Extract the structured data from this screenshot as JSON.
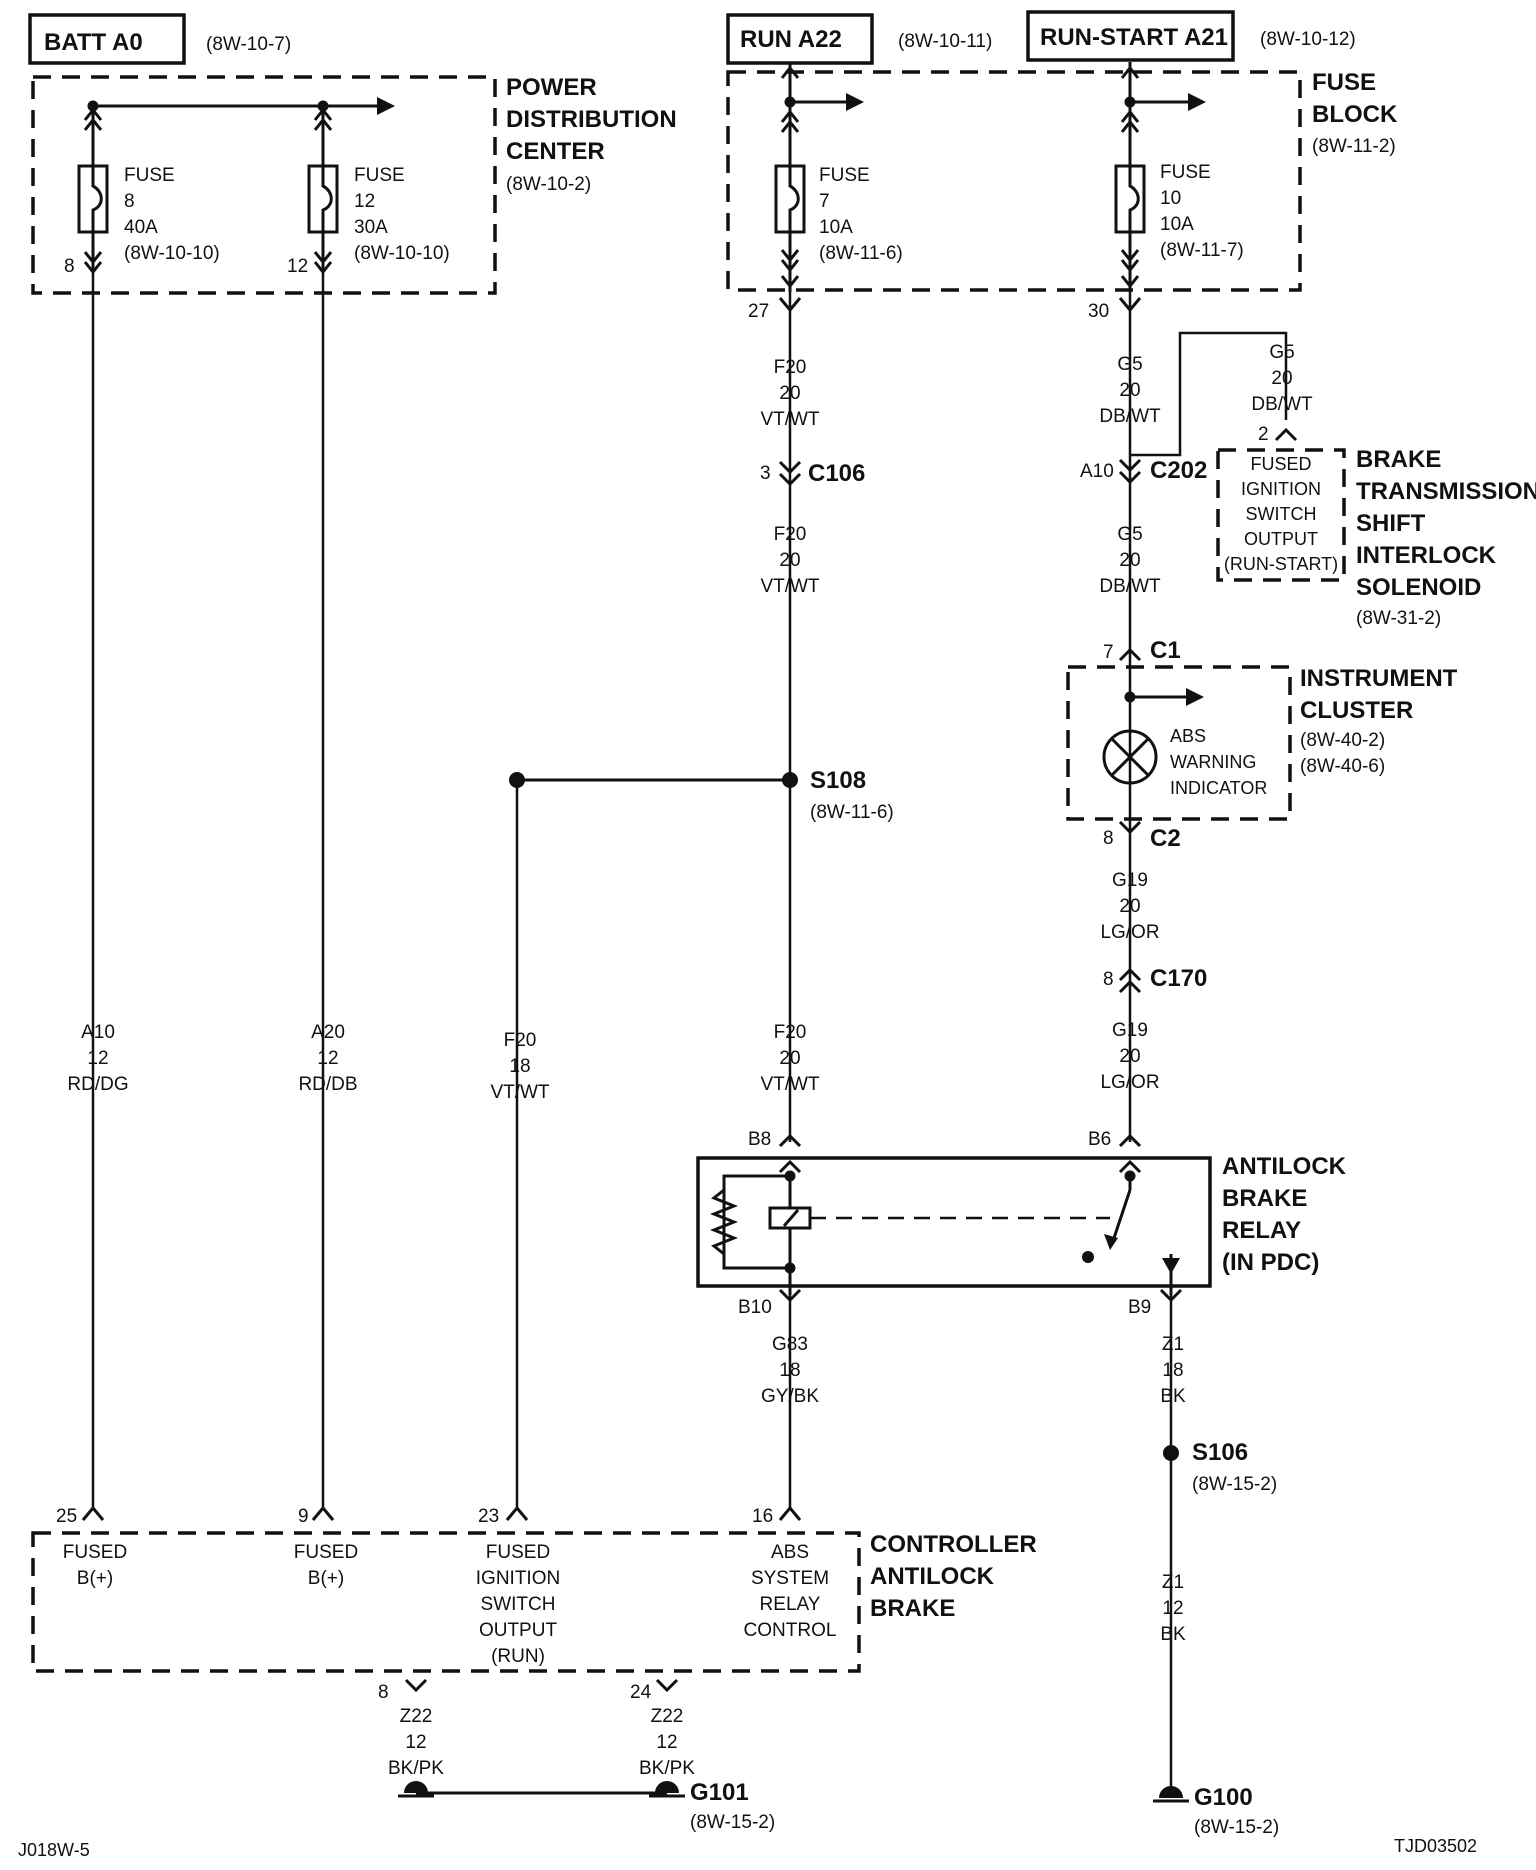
{
  "sources": {
    "batt": {
      "label": "BATT A0",
      "ref": "(8W-10-7)"
    },
    "run": {
      "label": "RUN A22",
      "ref": "(8W-10-11)"
    },
    "run_start": {
      "label": "RUN-START A21",
      "ref": "(8W-10-12)"
    }
  },
  "pdc": {
    "title": [
      "POWER",
      "DISTRIBUTION",
      "CENTER"
    ],
    "ref": "(8W-10-2)",
    "fuses": [
      {
        "lines": [
          "FUSE",
          "8",
          "40A",
          "(8W-10-10)"
        ],
        "pin": "8"
      },
      {
        "lines": [
          "FUSE",
          "12",
          "30A",
          "(8W-10-10)"
        ],
        "pin": "12"
      }
    ]
  },
  "fuse_block": {
    "title": [
      "FUSE",
      "BLOCK"
    ],
    "ref": "(8W-11-2)",
    "fuses": [
      {
        "lines": [
          "FUSE",
          "7",
          "10A",
          "(8W-11-6)"
        ],
        "pin": "27"
      },
      {
        "lines": [
          "FUSE",
          "10",
          "10A",
          "(8W-11-7)"
        ],
        "pin": "30"
      }
    ]
  },
  "wires": {
    "f20_top": [
      "F20",
      "20",
      "VT/WT"
    ],
    "f20_mid": [
      "F20",
      "20",
      "VT/WT"
    ],
    "f20_low": [
      "F20",
      "20",
      "VT/WT"
    ],
    "f20_left": [
      "F20",
      "18",
      "VT/WT"
    ],
    "a10": [
      "A10",
      "12",
      "RD/DG"
    ],
    "a20": [
      "A20",
      "12",
      "RD/DB"
    ],
    "g5_top": [
      "G5",
      "20",
      "DB/WT"
    ],
    "g5_branch": [
      "G5",
      "20",
      "DB/WT"
    ],
    "g5_mid": [
      "G5",
      "20",
      "DB/WT"
    ],
    "g19_top": [
      "G19",
      "20",
      "LG/OR"
    ],
    "g19_low": [
      "G19",
      "20",
      "LG/OR"
    ],
    "g83": [
      "G83",
      "18",
      "GY/BK"
    ],
    "z1_top": [
      "Z1",
      "18",
      "BK"
    ],
    "z1_low": [
      "Z1",
      "12",
      "BK"
    ],
    "z22_left": [
      "Z22",
      "12",
      "BK/PK"
    ],
    "z22_right": [
      "Z22",
      "12",
      "BK/PK"
    ]
  },
  "connectors": {
    "c106": {
      "name": "C106",
      "pin": "3"
    },
    "c202": {
      "name": "C202",
      "pin": "A10"
    },
    "c1": {
      "name": "C1",
      "pin": "7"
    },
    "c2": {
      "name": "C2",
      "pin": "8"
    },
    "c170": {
      "name": "C170",
      "pin": "8"
    }
  },
  "splices": {
    "s108": {
      "name": "S108",
      "ref": "(8W-11-6)"
    },
    "s106": {
      "name": "S106",
      "ref": "(8W-15-2)"
    }
  },
  "shift_interlock": {
    "pin": "2",
    "inner": [
      "FUSED",
      "IGNITION",
      "SWITCH",
      "OUTPUT",
      "(RUN-START)"
    ],
    "title": [
      "BRAKE",
      "TRANSMISSION",
      "SHIFT",
      "INTERLOCK",
      "SOLENOID"
    ],
    "ref": "(8W-31-2)"
  },
  "instrument_cluster": {
    "title": [
      "INSTRUMENT",
      "CLUSTER"
    ],
    "refs": [
      "(8W-40-2)",
      "(8W-40-6)"
    ],
    "indicator": [
      "ABS",
      "WARNING",
      "INDICATOR"
    ]
  },
  "relay": {
    "title": [
      "ANTILOCK",
      "BRAKE",
      "RELAY",
      "(IN PDC)"
    ],
    "pins": {
      "b8": "B8",
      "b6": "B6",
      "b10": "B10",
      "b9": "B9"
    }
  },
  "controller": {
    "title": [
      "CONTROLLER",
      "ANTILOCK",
      "BRAKE"
    ],
    "pins": [
      {
        "pin": "25",
        "lines": [
          "FUSED",
          "B(+)"
        ]
      },
      {
        "pin": "9",
        "lines": [
          "FUSED",
          "B(+)"
        ]
      },
      {
        "pin": "23",
        "lines": [
          "FUSED",
          "IGNITION",
          "SWITCH",
          "OUTPUT",
          "(RUN)"
        ]
      },
      {
        "pin": "16",
        "lines": [
          "ABS",
          "SYSTEM",
          "RELAY",
          "CONTROL"
        ]
      }
    ],
    "ground_pins": [
      "8",
      "24"
    ]
  },
  "grounds": {
    "g101": {
      "name": "G101",
      "ref": "(8W-15-2)"
    },
    "g100": {
      "name": "G100",
      "ref": "(8W-15-2)"
    }
  },
  "footer": {
    "left": "J018W-5",
    "right": "TJD03502"
  }
}
